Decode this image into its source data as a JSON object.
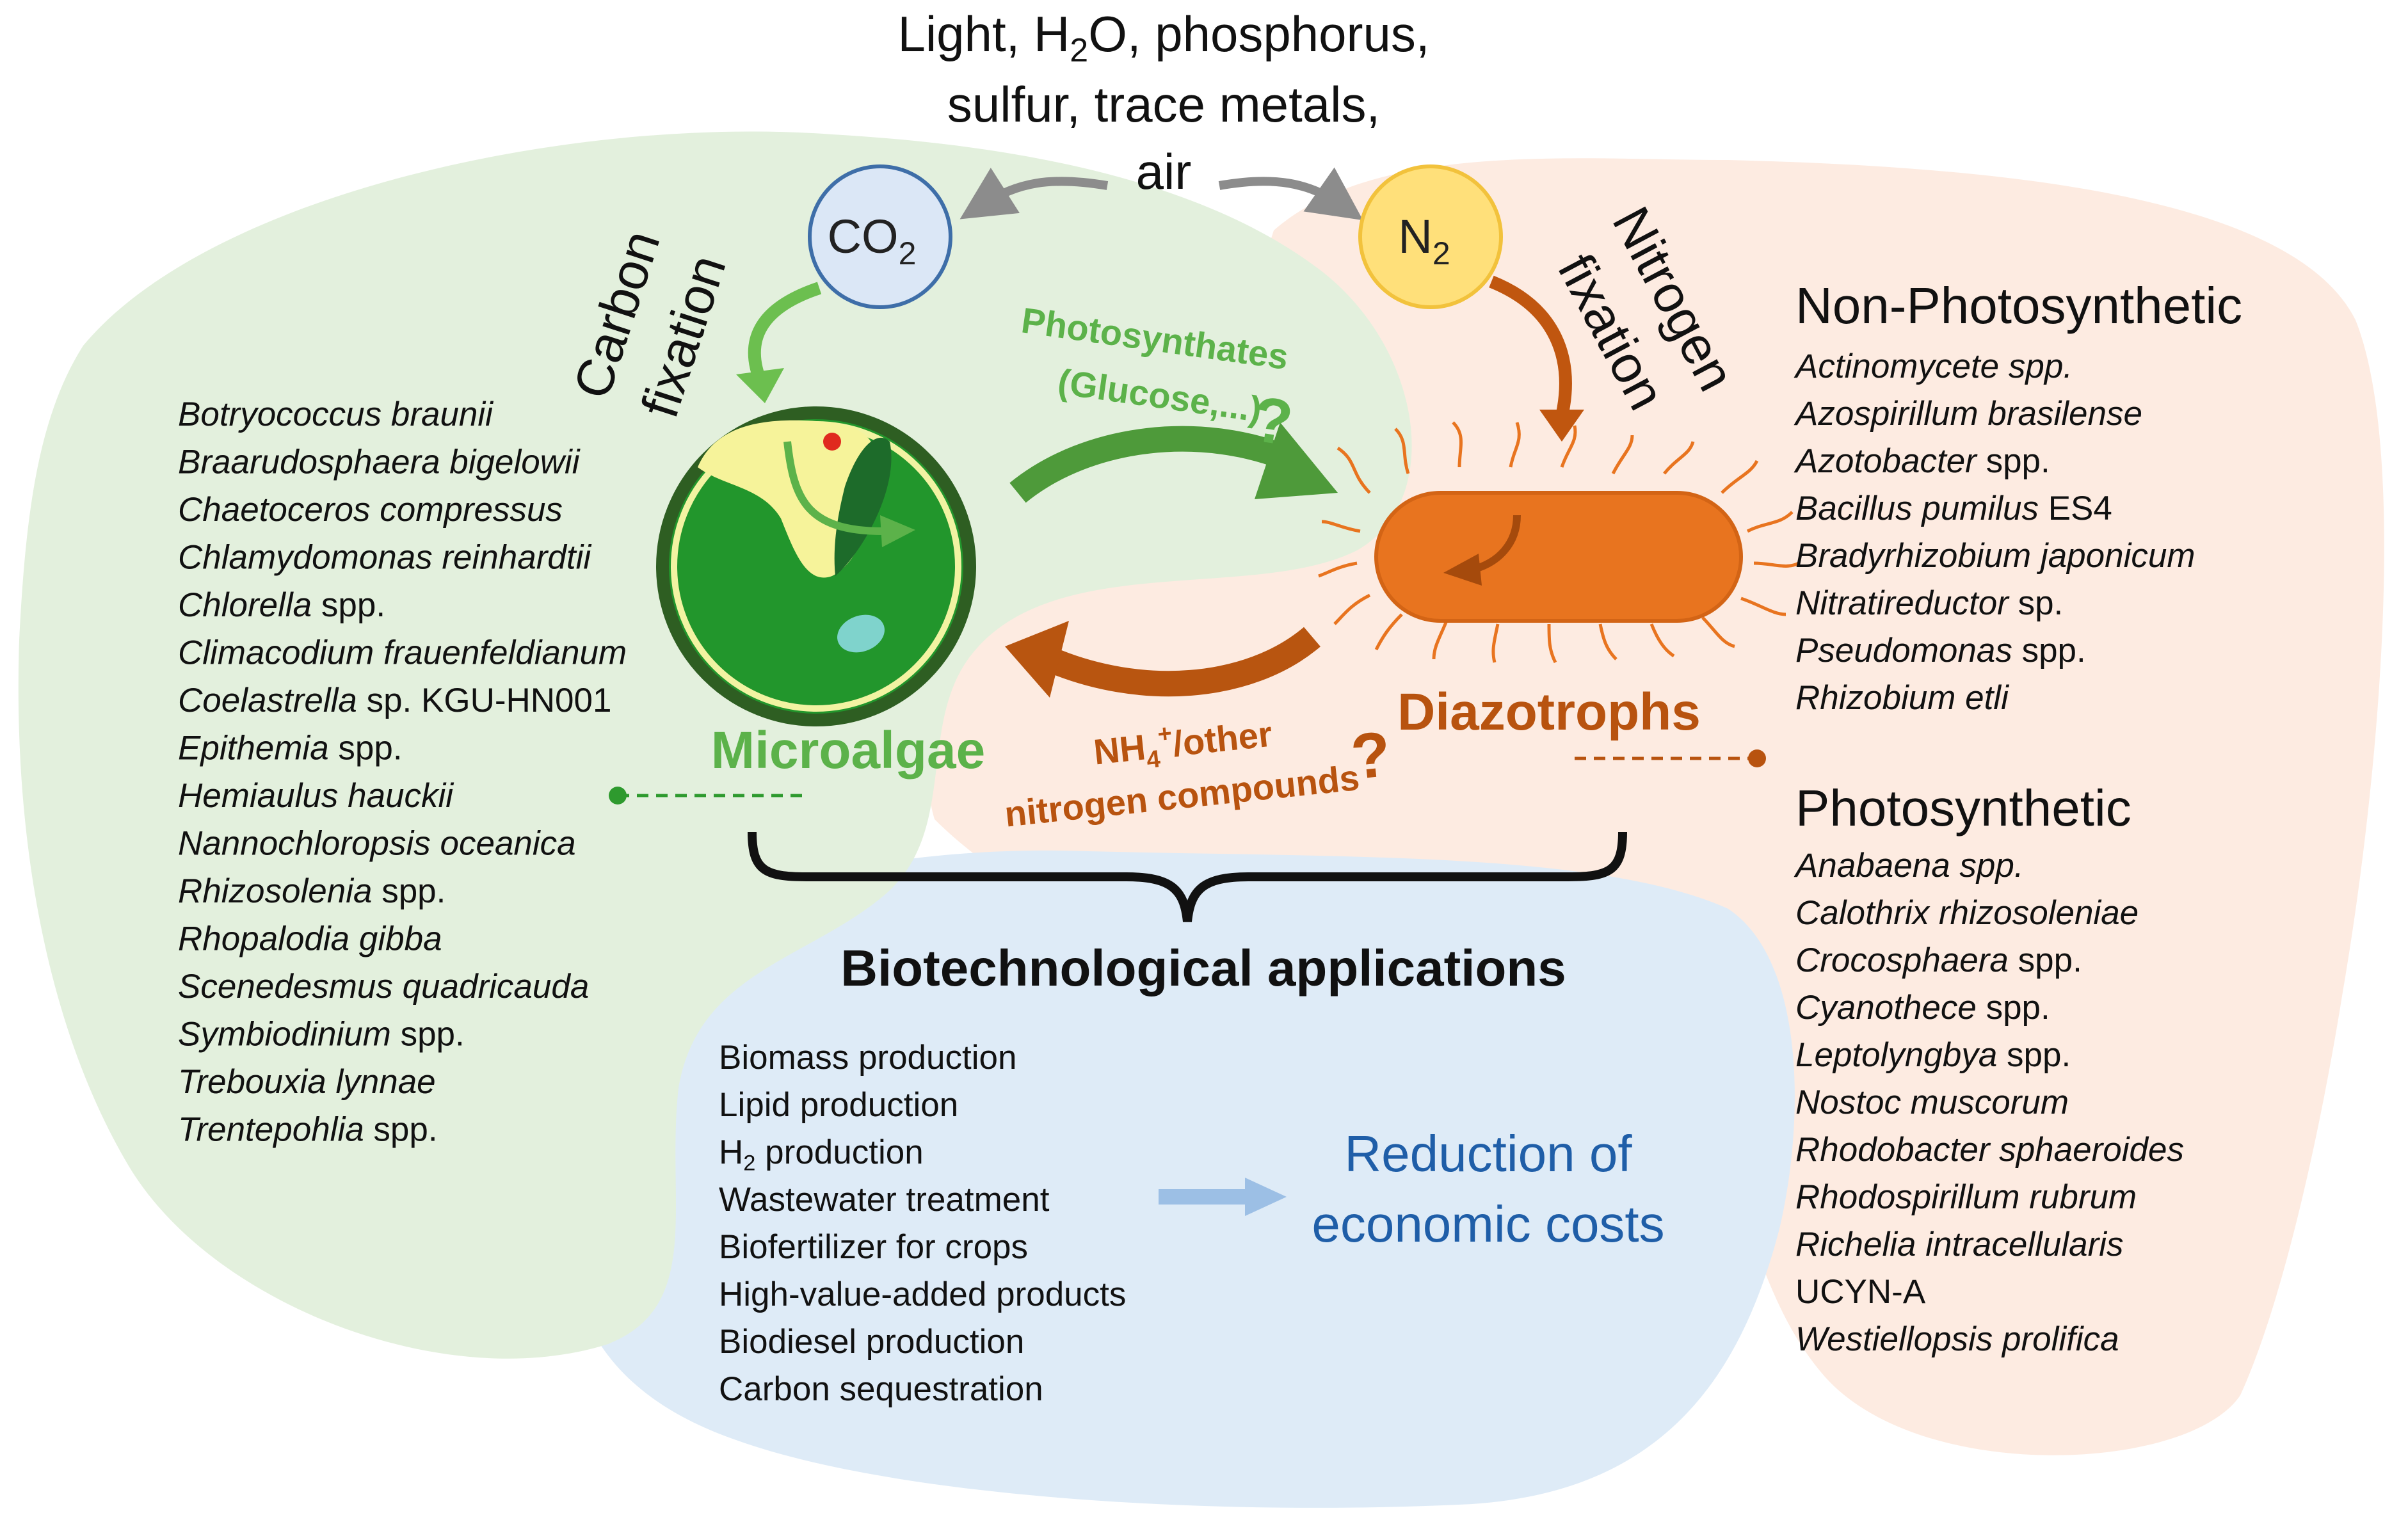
{
  "inputs": {
    "line1_a": "Light,  H",
    "line1_sub": "2",
    "line1_b": "O, phosphorus,",
    "line2": "sulfur, trace metals,",
    "line3": "air"
  },
  "co2": {
    "main": "CO",
    "sub": "2"
  },
  "n2": {
    "main": "N",
    "sub": "2"
  },
  "carbon_fixation": {
    "line1": "Carbon",
    "line2": "fixation"
  },
  "nitrogen_fixation": {
    "line1": "Nitrogen",
    "line2": "fixation"
  },
  "photosynthates": {
    "line1": "Photosynthates",
    "line2": "(Glucose,...)",
    "q": "?"
  },
  "nh4": {
    "a": "NH",
    "sub": "4",
    "sup": "+",
    "b": "/other",
    "line2": "nitrogen compounds",
    "q": "?"
  },
  "microalgae_label": "Microalgae",
  "diazotrophs_label": "Diazotrophs",
  "microalgae_species": [
    [
      {
        "t": "Botryococcus braunii",
        "i": true
      }
    ],
    [
      {
        "t": "Braarudosphaera bigelowii",
        "i": true
      }
    ],
    [
      {
        "t": "Chaetoceros compressus",
        "i": true
      }
    ],
    [
      {
        "t": "Chlamydomonas reinhardtii",
        "i": true
      }
    ],
    [
      {
        "t": "Chlorella",
        "i": true
      },
      {
        "t": " spp.",
        "i": false
      }
    ],
    [
      {
        "t": "Climacodium frauenfeldianum",
        "i": true
      }
    ],
    [
      {
        "t": "Coelastrella",
        "i": true
      },
      {
        "t": " sp. KGU-HN001",
        "i": false
      }
    ],
    [
      {
        "t": "Epithemia",
        "i": true
      },
      {
        "t": " spp.",
        "i": false
      }
    ],
    [
      {
        "t": "Hemiaulus hauckii",
        "i": true
      }
    ],
    [
      {
        "t": "Nannochloropsis oceanica",
        "i": true
      }
    ],
    [
      {
        "t": "Rhizosolenia",
        "i": true
      },
      {
        "t": " spp.",
        "i": false
      }
    ],
    [
      {
        "t": "Rhopalodia gibba",
        "i": true
      }
    ],
    [
      {
        "t": "Scenedesmus quadricauda",
        "i": true
      }
    ],
    [
      {
        "t": "Symbiodinium",
        "i": true
      },
      {
        "t": " spp.",
        "i": false
      }
    ],
    [
      {
        "t": "Trebouxia lynnae",
        "i": true
      }
    ],
    [
      {
        "t": "Trentepohlia",
        "i": true
      },
      {
        "t": " spp.",
        "i": false
      }
    ]
  ],
  "non_photosynthetic": {
    "heading": "Non-Photosynthetic",
    "items": [
      [
        {
          "t": "Actinomycete",
          "i": true
        },
        {
          "t": " spp.",
          "i": true
        }
      ],
      [
        {
          "t": "Azospirillum brasilense",
          "i": true
        }
      ],
      [
        {
          "t": "Azotobacter",
          "i": true
        },
        {
          "t": " spp.",
          "i": false
        }
      ],
      [
        {
          "t": "Bacillus pumilus",
          "i": true
        },
        {
          "t": " ES4",
          "i": false
        }
      ],
      [
        {
          "t": "Bradyrhizobium japonicum",
          "i": true
        }
      ],
      [
        {
          "t": "Nitratireductor",
          "i": true
        },
        {
          "t": " sp.",
          "i": false
        }
      ],
      [
        {
          "t": "Pseudomonas",
          "i": true
        },
        {
          "t": " spp.",
          "i": false
        }
      ],
      [
        {
          "t": "Rhizobium etli",
          "i": true
        }
      ]
    ]
  },
  "photosynthetic": {
    "heading": "Photosynthetic",
    "items": [
      [
        {
          "t": "Anabaena spp.",
          "i": true
        }
      ],
      [
        {
          "t": "Calothrix rhizosoleniae",
          "i": true
        }
      ],
      [
        {
          "t": "Crocosphaera",
          "i": true
        },
        {
          "t": " spp.",
          "i": false
        }
      ],
      [
        {
          "t": "Cyanothece",
          "i": true
        },
        {
          "t": " spp.",
          "i": false
        }
      ],
      [
        {
          "t": "Leptolyngbya",
          "i": true
        },
        {
          "t": " spp.",
          "i": false
        }
      ],
      [
        {
          "t": "Nostoc muscorum",
          "i": true
        }
      ],
      [
        {
          "t": "Rhodobacter sphaeroides",
          "i": true
        }
      ],
      [
        {
          "t": "Rhodospirillum rubrum",
          "i": true
        }
      ],
      [
        {
          "t": "Richelia intracellularis",
          "i": true
        }
      ],
      [
        {
          "t": "UCYN-A",
          "i": false
        }
      ],
      [
        {
          "t": "Westiellopsis prolifica",
          "i": true
        }
      ]
    ]
  },
  "biotech": {
    "title": "Biotechnological applications",
    "items": [
      [
        {
          "t": "Biomass production"
        }
      ],
      [
        {
          "t": "Lipid production"
        }
      ],
      [
        {
          "t": "H"
        },
        {
          "t": "2",
          "sub": true
        },
        {
          "t": " production"
        }
      ],
      [
        {
          "t": "Wastewater treatment"
        }
      ],
      [
        {
          "t": "Biofertilizer for crops"
        }
      ],
      [
        {
          "t": "High-value-added products"
        }
      ],
      [
        {
          "t": "Biodiesel production"
        }
      ],
      [
        {
          "t": "Carbon sequestration"
        }
      ]
    ],
    "result_line1": "Reduction of",
    "result_line2": "economic costs"
  },
  "colors": {
    "green_region": "#e3f0dd",
    "salmon_region": "#fdebe1",
    "blue_region": "#deebf7",
    "green_text": "#5cb24a",
    "green_arrow": "#4e9a3a",
    "orange_text": "#b8530f",
    "orange_arrow": "#c0560f",
    "bacterium": "#e8741f",
    "blue_text": "#1f5ea8",
    "gray_arrow": "#8c8c8c",
    "light_blue_arrow": "#9cbfe5"
  }
}
